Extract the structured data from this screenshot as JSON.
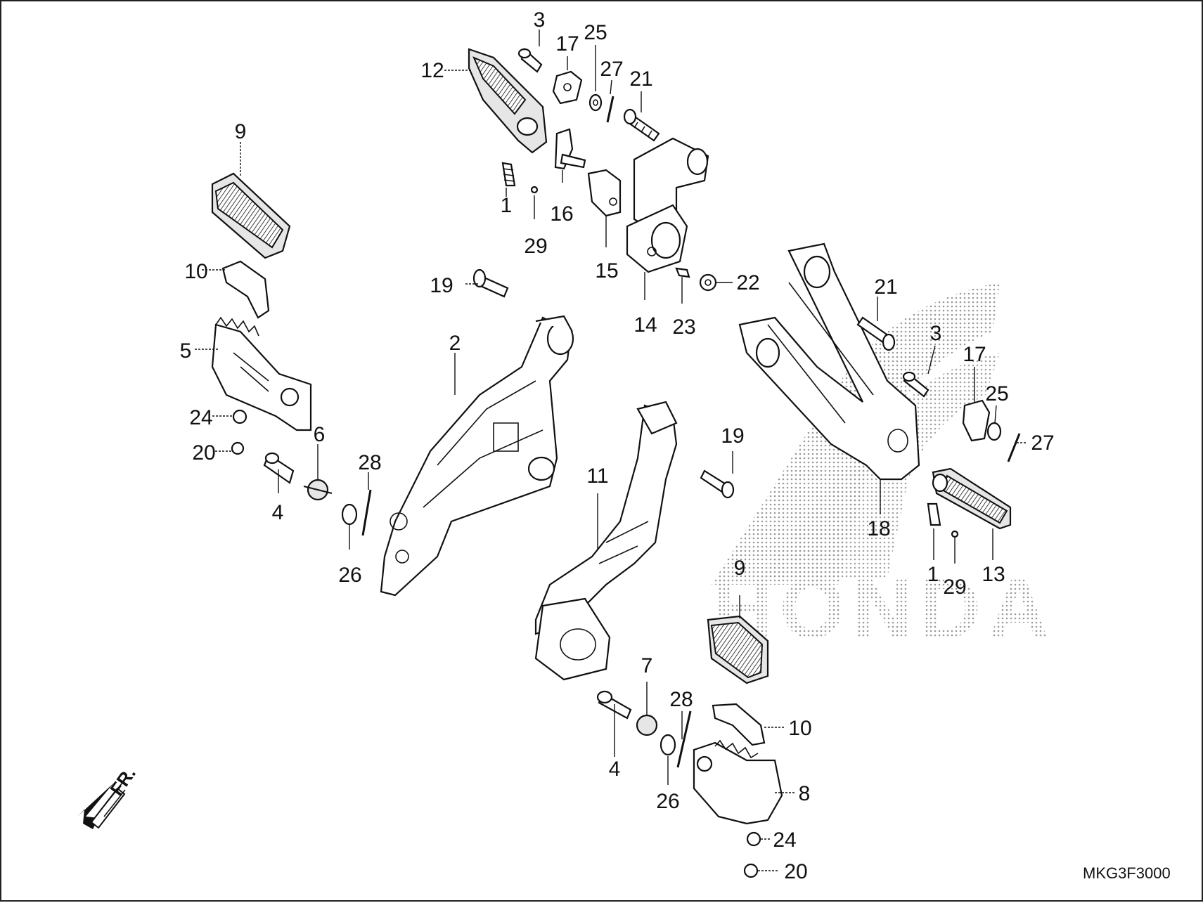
{
  "diagram": {
    "callouts": {
      "c1a": "1",
      "c1b": "1",
      "c2": "2",
      "c3a": "3",
      "c3b": "3",
      "c4a": "4",
      "c4b": "4",
      "c5": "5",
      "c6": "6",
      "c7": "7",
      "c8": "8",
      "c9a": "9",
      "c9b": "9",
      "c10a": "10",
      "c10b": "10",
      "c11": "11",
      "c12": "12",
      "c13": "13",
      "c14": "14",
      "c15": "15",
      "c16": "16",
      "c17a": "17",
      "c17b": "17",
      "c18": "18",
      "c19a": "19",
      "c19b": "19",
      "c20a": "20",
      "c20b": "20",
      "c21a": "21",
      "c21b": "21",
      "c22": "22",
      "c23": "23",
      "c24a": "24",
      "c24b": "24",
      "c25a": "25",
      "c25b": "25",
      "c26a": "26",
      "c26b": "26",
      "c27a": "27",
      "c27b": "27",
      "c28a": "28",
      "c28b": "28",
      "c29a": "29",
      "c29b": "29"
    },
    "front_arrow_label": "FR.",
    "diagram_code": "MKG3F3000",
    "watermark_text": "HONDA"
  }
}
